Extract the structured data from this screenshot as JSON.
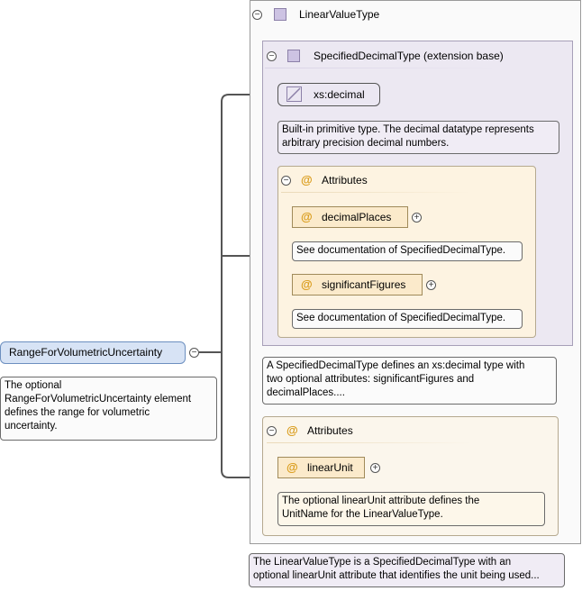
{
  "linear_value_type": {
    "title": "LinearValueType"
  },
  "specified_decimal": {
    "title": "SpecifiedDecimalType (extension base)"
  },
  "xs_decimal": {
    "label": "xs:decimal",
    "doc_line1": "Built-in primitive type. The decimal datatype represents",
    "doc_line2": "arbitrary precision decimal numbers."
  },
  "inner_attributes": {
    "title": "Attributes",
    "decimal_places": {
      "label": "decimalPlaces",
      "doc": "See documentation of SpecifiedDecimalType."
    },
    "significant_figures": {
      "label": "significantFigures",
      "doc": "See documentation of SpecifiedDecimalType."
    }
  },
  "specified_decimal_doc": {
    "line1": "A SpecifiedDecimalType defines an xs:decimal type with",
    "line2": "two optional attributes: significantFigures and",
    "line3": "decimalPlaces...."
  },
  "outer_attributes": {
    "title": "Attributes",
    "linear_unit": {
      "label": "linearUnit",
      "doc_line1": "The optional linearUnit attribute defines the",
      "doc_line2": "UnitName for the LinearValueType."
    }
  },
  "linear_value_doc": {
    "line1": "The LinearValueType is a SpecifiedDecimalType with an",
    "line2": "optional linearUnit attribute that identifies the unit being used..."
  },
  "root": {
    "label": "RangeForVolumetricUncertainty",
    "doc_line1": "The optional",
    "doc_line2": "RangeForVolumetricUncertainty element",
    "doc_line3": "defines the range for volumetric",
    "doc_line4": "uncertainty."
  },
  "colors": {
    "type_purple": "#cdc3e3",
    "attribute_cream": "#fdf3e1",
    "root_blue": "#d7e3f5",
    "at_orange": "#d99a16"
  }
}
